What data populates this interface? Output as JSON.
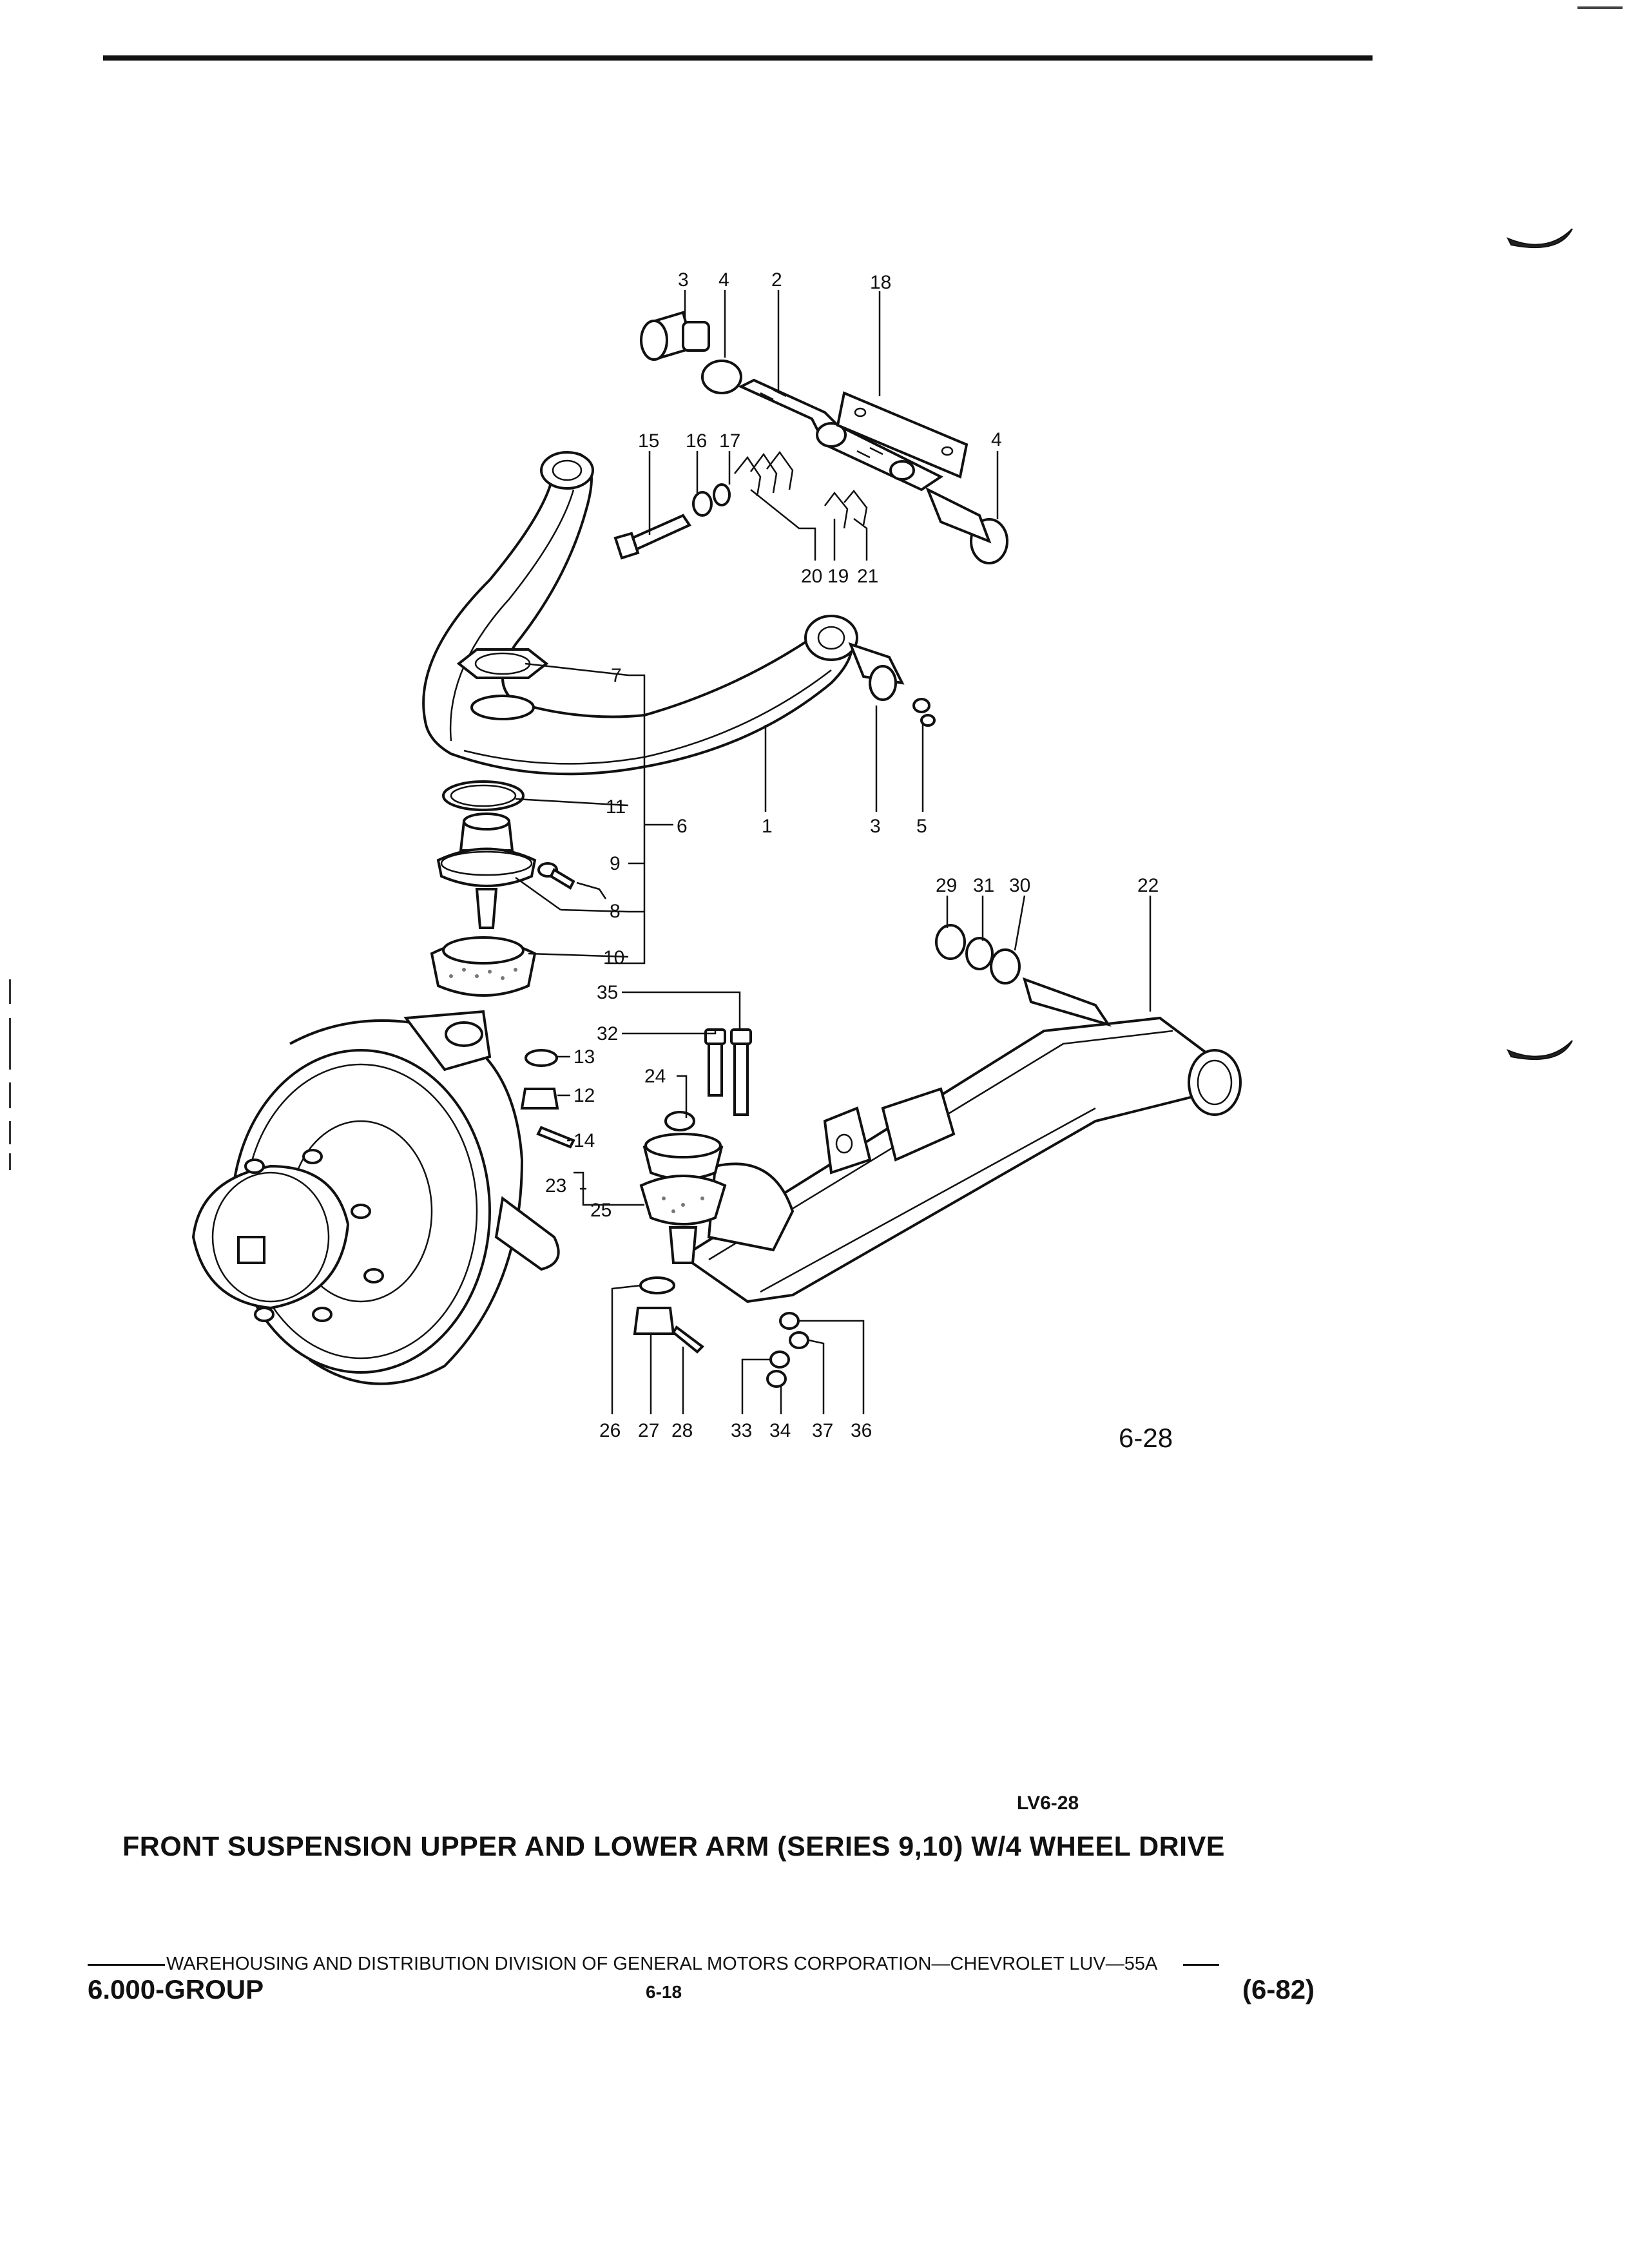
{
  "diagram": {
    "figure_number": "6-28",
    "callouts": {
      "c1": "1",
      "c2": "2",
      "c3a": "3",
      "c3b": "3",
      "c4a": "4",
      "c4b": "4",
      "c5": "5",
      "c6": "6",
      "c7": "7",
      "c8": "8",
      "c9": "9",
      "c10": "10",
      "c11": "11",
      "c12": "12",
      "c13": "13",
      "c14": "14",
      "c15": "15",
      "c16": "16",
      "c17": "17",
      "c18": "18",
      "c19": "19",
      "c20": "20",
      "c21": "21",
      "c22": "22",
      "c23": "23",
      "c24": "24",
      "c25": "25",
      "c26": "26",
      "c27": "27",
      "c28": "28",
      "c29": "29",
      "c30": "30",
      "c31": "31",
      "c32": "32",
      "c33": "33",
      "c34": "34",
      "c35": "35",
      "c36": "36",
      "c37": "37"
    }
  },
  "image_code": "LV6-28",
  "title": "FRONT SUSPENSION UPPER AND LOWER ARM (SERIES 9,10) W/4 WHEEL DRIVE",
  "footer": {
    "division": "WAREHOUSING AND DISTRIBUTION  DIVISION OF GENERAL MOTORS CORPORATION—CHEVROLET LUV—55A",
    "group": "6.000-GROUP",
    "page": "6-18",
    "revision": "(6-82)"
  }
}
